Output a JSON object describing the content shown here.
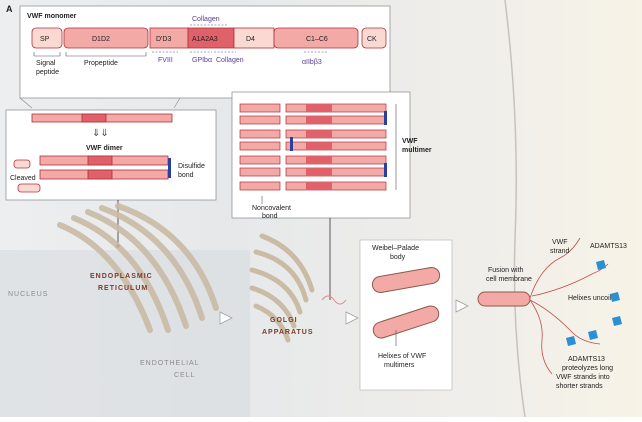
{
  "panel_letter": "A",
  "monomer": {
    "title": "VWF monomer",
    "domains": [
      "SP",
      "D1D2",
      "D'D3",
      "A1A2A3",
      "D4",
      "C1–C6",
      "CK"
    ],
    "top_binding": "Collagen",
    "bottom_bindings": [
      "FVIII",
      "GPIbα",
      "Collagen",
      "αIIbβ3"
    ],
    "labels": [
      "Signal",
      "peptide",
      "Propeptide"
    ]
  },
  "dimer": {
    "title": "VWF dimer",
    "cleaved": "Cleaved",
    "disulfide": [
      "Disulfide",
      "bond"
    ]
  },
  "multimer": {
    "title": [
      "VWF",
      "multimer"
    ],
    "noncovalent": [
      "Noncovalent",
      "bond"
    ]
  },
  "organelles": {
    "nucleus": "NUCLEUS",
    "er": [
      "ENDOPLASMIC",
      "RETICULUM"
    ],
    "golgi": [
      "GOLGI",
      "APPARATUS"
    ],
    "endothelial": [
      "ENDOTHELIAL",
      "CELL"
    ],
    "weibel": [
      "Weibel–Palade",
      "body"
    ],
    "helixes": [
      "Helixes of VWF",
      "multimers"
    ]
  },
  "secretion": {
    "fusion": [
      "Fusion with",
      "cell membrane"
    ],
    "vwf_strand": [
      "VWF",
      "strand"
    ],
    "adamts13": "ADAMTS13",
    "helixes_uncoil": "Helixes uncoil",
    "adamts_note": [
      "ADAMTS13",
      "proteolyzes long",
      "VWF strands into",
      "shorter strands"
    ]
  },
  "colors": {
    "dark_pink": "#e0616a",
    "mid_pink": "#f3a9a6",
    "light_pink": "#fbd9d3",
    "disulfide_blue": "#2a3fa0",
    "enzyme_blue": "#2b8fd6",
    "purple_text": "#5a3a9a"
  }
}
